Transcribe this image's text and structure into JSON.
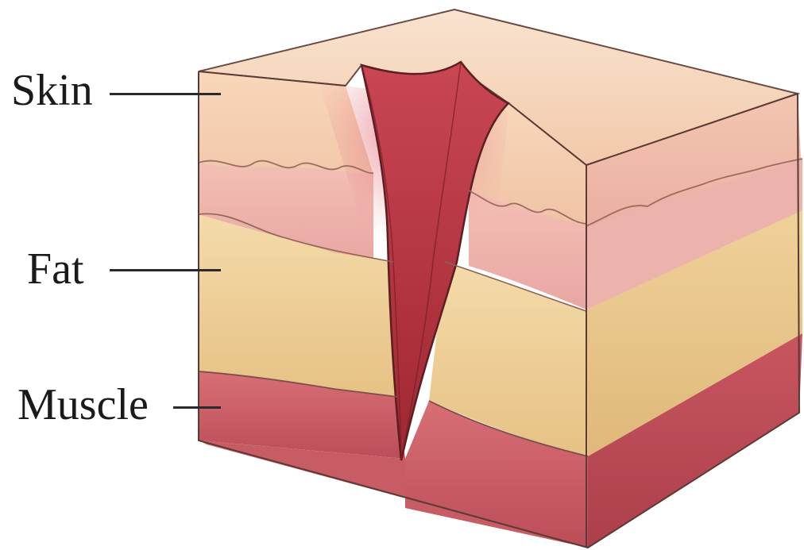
{
  "labels": {
    "skin": "Skin",
    "fat": "Fat",
    "muscle": "Muscle"
  },
  "colors": {
    "skin_top": "#f7d4b9",
    "skin_front": "#f2c1a6",
    "dermis": "#efb0ae",
    "fat": "#f0d39c",
    "muscle": "#c95a61",
    "wound": "#b9343e",
    "outline": "#5a3a34"
  },
  "icons": {
    "diagram": "tissue-cross-section-icon"
  }
}
